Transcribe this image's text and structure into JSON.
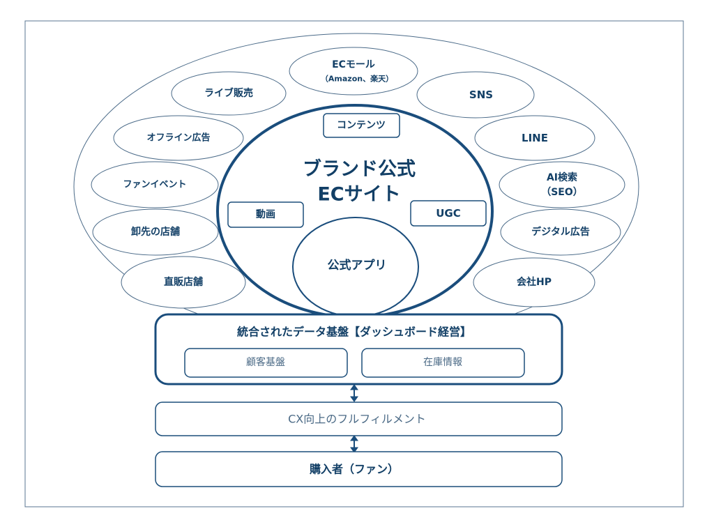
{
  "colors": {
    "primary": "#1a4d7c",
    "text": "#123f66",
    "thin_stroke": "#4a6a88"
  },
  "channels": {
    "ec_mall": {
      "line1": "ECモール",
      "line2": "（Amazon、楽天）"
    },
    "live_sales": "ライブ販売",
    "sns": "SNS",
    "offline_ads": "オフライン広告",
    "line": "LINE",
    "fan_event": "ファンイベント",
    "ai_search": {
      "line1": "AI検索",
      "line2": "（SEO）"
    },
    "wholesale_stores": "卸先の店舗",
    "digital_ads": "デジタル広告",
    "direct_stores": "直販店舗",
    "company_hp": "会社HP"
  },
  "core": {
    "title_line1": "ブランド公式",
    "title_line2": "ECサイト",
    "contents": "コンテンツ",
    "video": "動画",
    "ugc": "UGC",
    "app": "公式アプリ"
  },
  "data_platform": {
    "title": "統合されたデータ基盤【ダッシュボード経営】",
    "customer_base": "顧客基盤",
    "inventory": "在庫情報"
  },
  "fulfillment": "CX向上のフルフィルメント",
  "purchaser": "購入者（ファン）"
}
